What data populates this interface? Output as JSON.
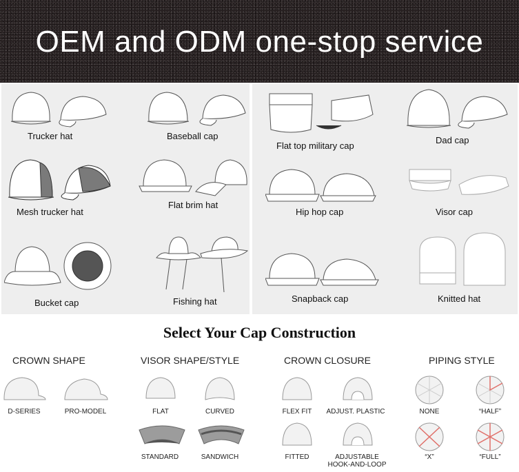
{
  "banner": {
    "title": "OEM and ODM one-stop service"
  },
  "styles": [
    {
      "label": "Trucker hat",
      "icon": "trucker-hat-icon"
    },
    {
      "label": "Baseball cap",
      "icon": "baseball-cap-icon"
    },
    {
      "label": "Flat top military cap",
      "icon": "military-cap-icon"
    },
    {
      "label": "Dad cap",
      "icon": "dad-cap-icon"
    },
    {
      "label": "Mesh trucker hat",
      "icon": "mesh-trucker-hat-icon"
    },
    {
      "label": "Flat brim hat",
      "icon": "flat-brim-hat-icon"
    },
    {
      "label": "Hip hop cap",
      "icon": "hip-hop-cap-icon"
    },
    {
      "label": "Visor cap",
      "icon": "visor-cap-icon"
    },
    {
      "label": "Bucket cap",
      "icon": "bucket-cap-icon"
    },
    {
      "label": "Fishing hat",
      "icon": "fishing-hat-icon"
    },
    {
      "label": "Snapback cap",
      "icon": "snapback-cap-icon"
    },
    {
      "label": "Knitted hat",
      "icon": "knitted-hat-icon"
    }
  ],
  "construction": {
    "title": "Select Your Cap Construction",
    "sections": [
      {
        "heading": "CROWN SHAPE",
        "options": [
          "D-SERIES",
          "PRO-MODEL"
        ]
      },
      {
        "heading": "VISOR SHAPE/STYLE",
        "options": [
          "FLAT",
          "CURVED",
          "STANDARD",
          "SANDWICH"
        ]
      },
      {
        "heading": "CROWN CLOSURE",
        "options": [
          "FLEX FIT",
          "ADJUST. PLASTIC",
          "FITTED",
          "ADJUSTABLE",
          "HOOK-AND-LOOP"
        ]
      },
      {
        "heading": "PIPING STYLE",
        "options": [
          "NONE",
          "“HALF”",
          "“X”",
          "“FULL”"
        ]
      }
    ]
  },
  "colors": {
    "banner": "#2b2324",
    "panel": "#eeeeee",
    "piping": "#e0706a",
    "mesh": "#7a7a7a"
  }
}
